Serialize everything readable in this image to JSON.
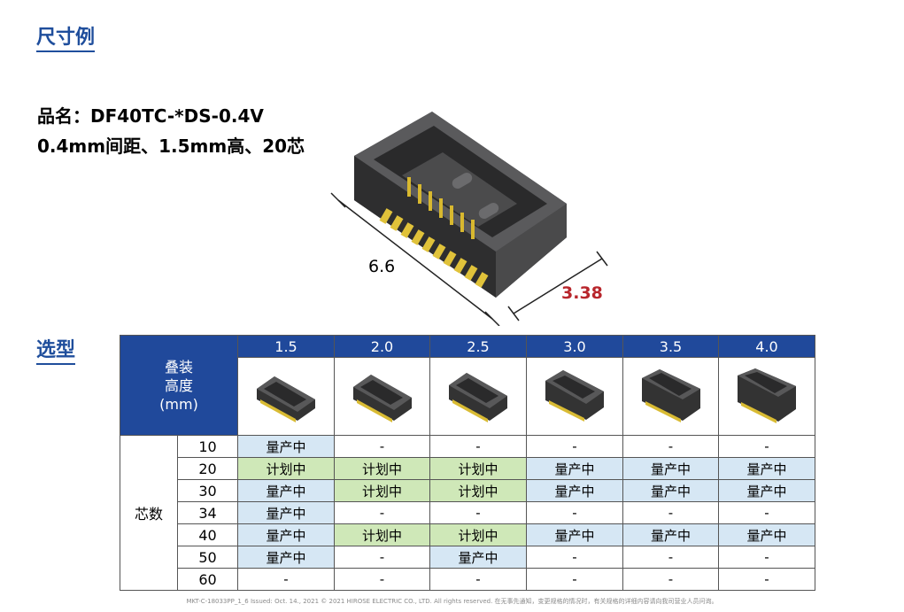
{
  "sections": {
    "dimensions_title": "尺寸例",
    "selection_title": "选型"
  },
  "product": {
    "name_line": "品名：DF40TC-*DS-0.4V",
    "spec_line": "0.4mm间距、1.5mm高、20芯"
  },
  "dimensions": {
    "length": "6.6",
    "width": "3.38",
    "width_color": "#b8262c"
  },
  "table": {
    "corner_label_lines": [
      "叠装",
      "高度",
      "(mm)"
    ],
    "group_label": "芯数",
    "header_color": "#20499b",
    "heights": [
      "1.5",
      "2.0",
      "2.5",
      "3.0",
      "3.5",
      "4.0"
    ],
    "legend_colors": {
      "mass": "#d6e7f4",
      "plan": "#cfe8b8"
    },
    "rows": [
      {
        "count": "10",
        "cells": [
          {
            "text": "量产中",
            "status": "mass"
          },
          {
            "text": "-",
            "status": "none"
          },
          {
            "text": "-",
            "status": "none"
          },
          {
            "text": "-",
            "status": "none"
          },
          {
            "text": "-",
            "status": "none"
          },
          {
            "text": "-",
            "status": "none"
          }
        ]
      },
      {
        "count": "20",
        "cells": [
          {
            "text": "计划中",
            "status": "plan"
          },
          {
            "text": "计划中",
            "status": "plan"
          },
          {
            "text": "计划中",
            "status": "plan"
          },
          {
            "text": "量产中",
            "status": "mass"
          },
          {
            "text": "量产中",
            "status": "mass"
          },
          {
            "text": "量产中",
            "status": "mass"
          }
        ]
      },
      {
        "count": "30",
        "cells": [
          {
            "text": "量产中",
            "status": "mass"
          },
          {
            "text": "计划中",
            "status": "plan"
          },
          {
            "text": "计划中",
            "status": "plan"
          },
          {
            "text": "量产中",
            "status": "mass"
          },
          {
            "text": "量产中",
            "status": "mass"
          },
          {
            "text": "量产中",
            "status": "mass"
          }
        ]
      },
      {
        "count": "34",
        "cells": [
          {
            "text": "量产中",
            "status": "mass"
          },
          {
            "text": "-",
            "status": "none"
          },
          {
            "text": "-",
            "status": "none"
          },
          {
            "text": "-",
            "status": "none"
          },
          {
            "text": "-",
            "status": "none"
          },
          {
            "text": "-",
            "status": "none"
          }
        ]
      },
      {
        "count": "40",
        "cells": [
          {
            "text": "量产中",
            "status": "mass"
          },
          {
            "text": "计划中",
            "status": "plan"
          },
          {
            "text": "计划中",
            "status": "plan"
          },
          {
            "text": "量产中",
            "status": "mass"
          },
          {
            "text": "量产中",
            "status": "mass"
          },
          {
            "text": "量产中",
            "status": "mass"
          }
        ]
      },
      {
        "count": "50",
        "cells": [
          {
            "text": "量产中",
            "status": "mass"
          },
          {
            "text": "-",
            "status": "none"
          },
          {
            "text": "量产中",
            "status": "mass"
          },
          {
            "text": "-",
            "status": "none"
          },
          {
            "text": "-",
            "status": "none"
          },
          {
            "text": "-",
            "status": "none"
          }
        ]
      },
      {
        "count": "60",
        "cells": [
          {
            "text": "-",
            "status": "none"
          },
          {
            "text": "-",
            "status": "none"
          },
          {
            "text": "-",
            "status": "none"
          },
          {
            "text": "-",
            "status": "none"
          },
          {
            "text": "-",
            "status": "none"
          },
          {
            "text": "-",
            "status": "none"
          }
        ]
      }
    ]
  },
  "footer": "MKT-C-18033PP_1_6    Issued: Oct. 14., 2021    © 2021 HIROSE ELECTRIC CO., LTD. All rights reserved.    在无事先通知，变更规格的情况时，有关规格的详细内容请向我司营业人员问询。"
}
